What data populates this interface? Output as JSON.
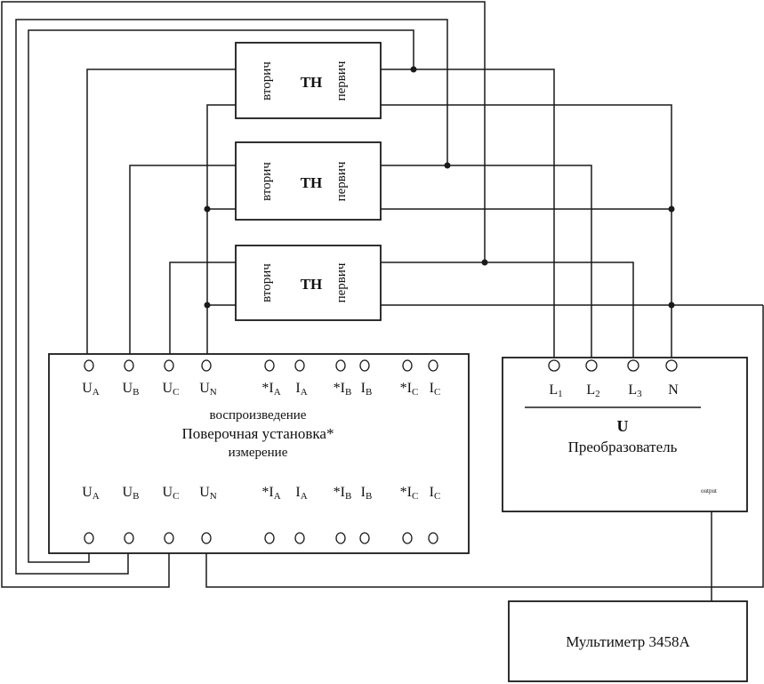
{
  "transformers": [
    {
      "label": "ТН",
      "secondary": "вторич",
      "primary": "первич"
    },
    {
      "label": "ТН",
      "secondary": "вторич",
      "primary": "первич"
    },
    {
      "label": "ТН",
      "secondary": "вторич",
      "primary": "первич"
    }
  ],
  "main_unit": {
    "title": "Поверочная установка*",
    "upper_caption": "воспроизведение",
    "lower_caption": "измерение",
    "terminals": [
      {
        "prefix": "",
        "main": "U",
        "sub": "A"
      },
      {
        "prefix": "",
        "main": "U",
        "sub": "B"
      },
      {
        "prefix": "",
        "main": "U",
        "sub": "C"
      },
      {
        "prefix": "",
        "main": "U",
        "sub": "N"
      },
      {
        "prefix": "*",
        "main": "I",
        "sub": "A"
      },
      {
        "prefix": "",
        "main": "I",
        "sub": "A"
      },
      {
        "prefix": "*",
        "main": "I",
        "sub": "B"
      },
      {
        "prefix": "",
        "main": "I",
        "sub": "B"
      },
      {
        "prefix": "*",
        "main": "I",
        "sub": "C"
      },
      {
        "prefix": "",
        "main": "I",
        "sub": "C"
      }
    ]
  },
  "converter": {
    "symbol": "U",
    "title": "Преобразователь",
    "output_label": "output",
    "terminals": [
      {
        "main": "L",
        "sub": "1"
      },
      {
        "main": "L",
        "sub": "2"
      },
      {
        "main": "L",
        "sub": "3"
      },
      {
        "main": "N",
        "sub": ""
      }
    ]
  },
  "multimeter": {
    "title": "Мультиметр 3458A"
  }
}
